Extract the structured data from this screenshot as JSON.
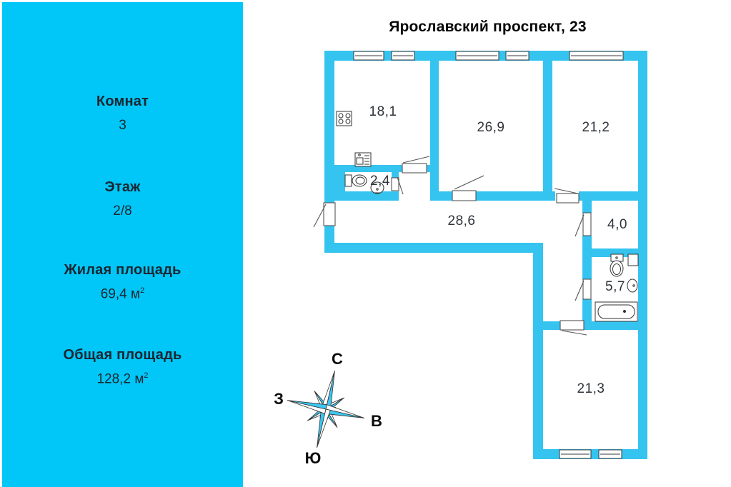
{
  "title": "Ярославский проспект, 23",
  "sidebar": {
    "rooms": {
      "label": "Комнат",
      "value": "3"
    },
    "floor": {
      "label": "Этаж",
      "value": "2/8"
    },
    "living_area": {
      "label": "Жилая площадь",
      "value": "69,4",
      "unit": "м",
      "exp": "2"
    },
    "total_area": {
      "label": "Общая площадь",
      "value": "128,2",
      "unit": "м",
      "exp": "2"
    }
  },
  "plan": {
    "rooms": {
      "kitchen": {
        "area": "18,1"
      },
      "room_1": {
        "area": "26,9"
      },
      "room_2": {
        "area": "21,2"
      },
      "wc": {
        "area": "2,4"
      },
      "hallway": {
        "area": "28,6"
      },
      "storage": {
        "area": "4,0"
      },
      "bathroom": {
        "area": "5,7"
      },
      "room_3": {
        "area": "21,3"
      }
    }
  },
  "compass": {
    "north": "С",
    "south": "Ю",
    "west": "З",
    "east": "В"
  },
  "colors": {
    "sidebar_bg": "#00c7f7",
    "wall": "#35c4ef",
    "sidebar_text": "#1a2631",
    "room_label": "#30343a"
  }
}
